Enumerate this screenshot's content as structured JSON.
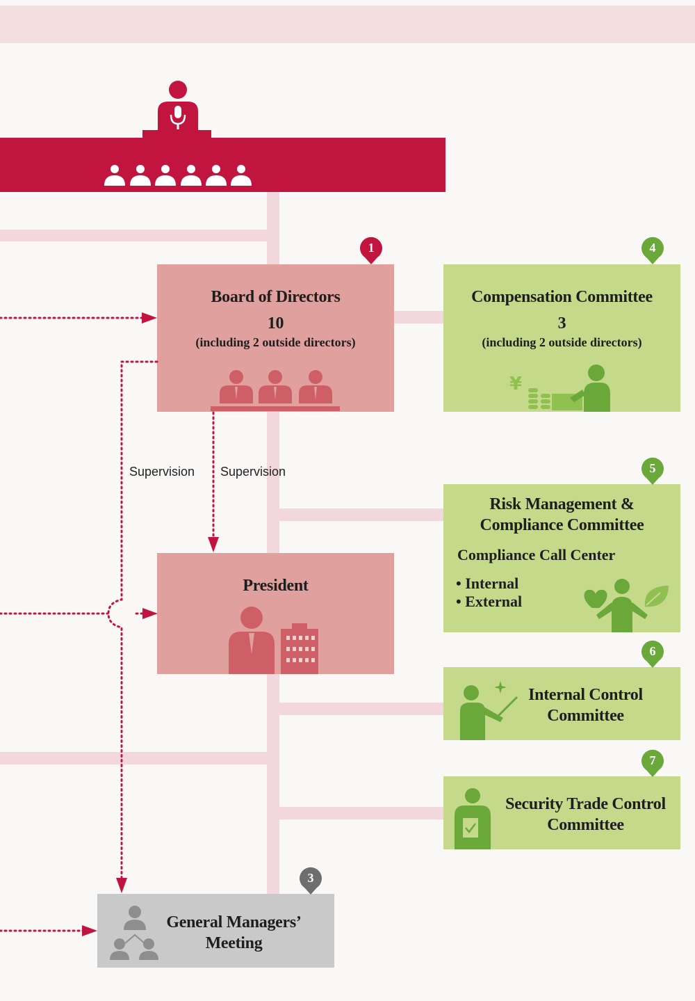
{
  "board": {
    "title": "Board of Directors",
    "count": "10",
    "detail": "(including 2 outside directors)",
    "badge": "1"
  },
  "compensation": {
    "title": "Compensation Committee",
    "count": "3",
    "detail": "(including 2 outside directors)",
    "badge": "4"
  },
  "risk": {
    "title_line1": "Risk Management &",
    "title_line2": "Compliance Committee",
    "call_center": "Compliance Call Center",
    "item1": "• Internal",
    "item2": "• External",
    "badge": "5"
  },
  "president": {
    "title": "President"
  },
  "internal_control": {
    "line1": "Internal Control",
    "line2": "Committee",
    "badge": "6"
  },
  "security_trade": {
    "line1": "Security Trade Control",
    "line2": "Committee",
    "badge": "7"
  },
  "gm_meeting": {
    "line1": "General Managers’",
    "line2": "Meeting",
    "badge": "3"
  },
  "labels": {
    "supervision_left": "Supervision",
    "supervision_right": "Supervision"
  },
  "colors": {
    "crimson": "#c1153f",
    "board_box": "#e0a19e",
    "committee_box": "#c5d98b",
    "committee_accent": "#6aa83a",
    "gray_box": "#c9c9c9",
    "connector": "#f2d8dc"
  }
}
